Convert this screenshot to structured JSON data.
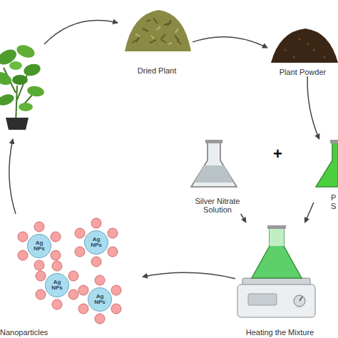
{
  "diagram": {
    "nodes": [
      {
        "text": [
          "Dried Plant"
        ]
      },
      {
        "text": [
          "Plant Powder"
        ]
      },
      {
        "text": [
          "Silver Nitrate Solution"
        ]
      },
      {
        "text": [
          "P S"
        ]
      },
      {
        "text": [
          "Heating the Mixture"
        ]
      },
      {
        "text": [
          "Nanoparticles"
        ]
      },
      {
        "text": [
          "Ag NPs"
        ],
        "in": 5
      },
      {
        "text": [
          "Ag NPs"
        ],
        "in": 5
      },
      {
        "text": [
          "Ag NPs"
        ],
        "in": 5
      },
      {
        "text": [
          "Ag NPs"
        ],
        "in": 5
      }
    ],
    "edges": [
      {
        "from": 0,
        "to": 1,
        "arrow": "to"
      },
      {
        "from": 1,
        "to": 3,
        "arrow": "to"
      },
      {
        "from": 2,
        "to": 4,
        "arrow": "to"
      },
      {
        "from": 3,
        "to": 4,
        "arrow": "to"
      },
      {
        "from": 4,
        "to": 5,
        "arrow": "to"
      }
    ],
    "labels": [
      "+"
    ]
  }
}
